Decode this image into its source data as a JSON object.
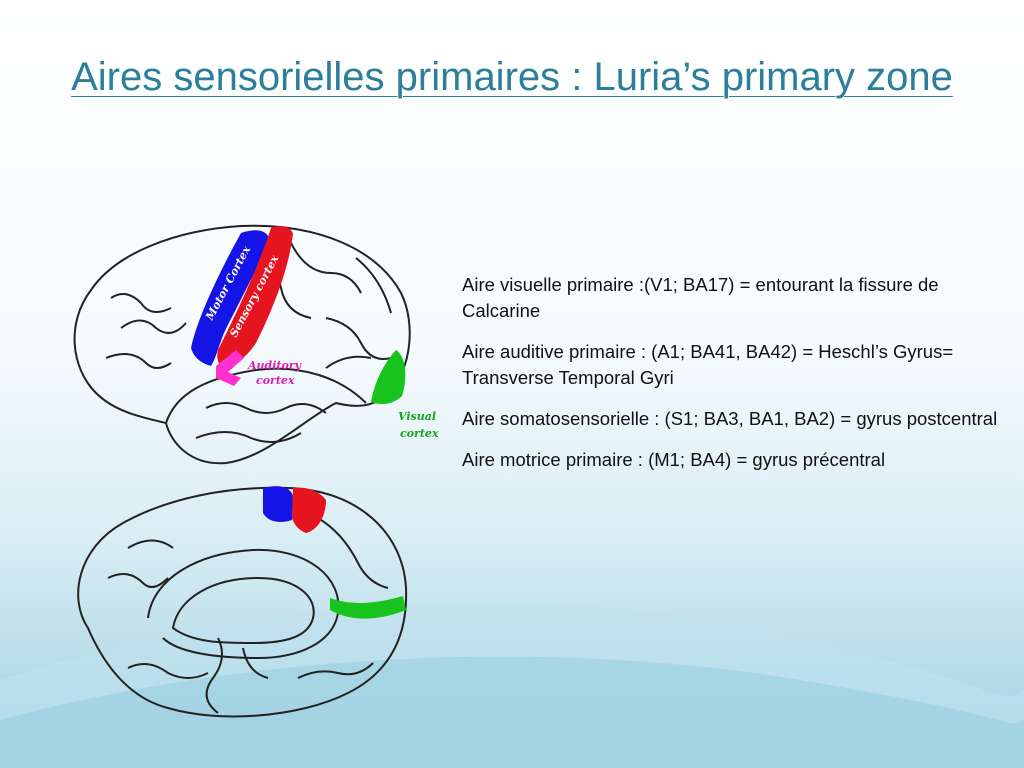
{
  "slide": {
    "title": "Aires sensorielles primaires : Luria’s primary zone"
  },
  "bullets": [
    {
      "text": "Aire visuelle primaire :(V1; BA17) = entourant la fissure de Calcarine"
    },
    {
      "text": "Aire auditive primaire : (A1; BA41, BA42) = Heschl’s Gyrus= Transverse Temporal Gyri"
    },
    {
      "text": "Aire somatosensorielle : (S1; BA3, BA1, BA2) = gyrus postcentral"
    },
    {
      "text": "Aire motrice primaire : (M1; BA4) = gyrus précentral"
    }
  ],
  "figure": {
    "labels": {
      "motor": "Motor Cortex",
      "sensory": "Sensory cortex",
      "auditory_1": "Auditory",
      "auditory_2": "cortex",
      "visual_1": "Visual",
      "visual_2": "cortex"
    },
    "colors": {
      "motor": "#1414e6",
      "sensory": "#e6141e",
      "auditory": "#ff2fd0",
      "visual": "#19c31e",
      "title": "#2c7e9b",
      "outline": "#222222"
    }
  }
}
